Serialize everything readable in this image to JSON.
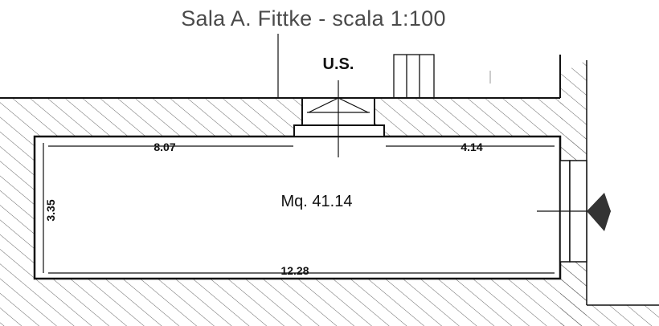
{
  "title": "Sala A. Fittke - scala 1:100",
  "labels": {
    "entrance": "U.S.",
    "area": "Mq. 41.14",
    "dim_left_top": "8.07",
    "dim_right_top": "4.14",
    "dim_bottom": "12.28",
    "dim_height": "3.35"
  },
  "colors": {
    "ink": "#111111",
    "hatch": "#555555",
    "title": "#4a4a4a"
  }
}
